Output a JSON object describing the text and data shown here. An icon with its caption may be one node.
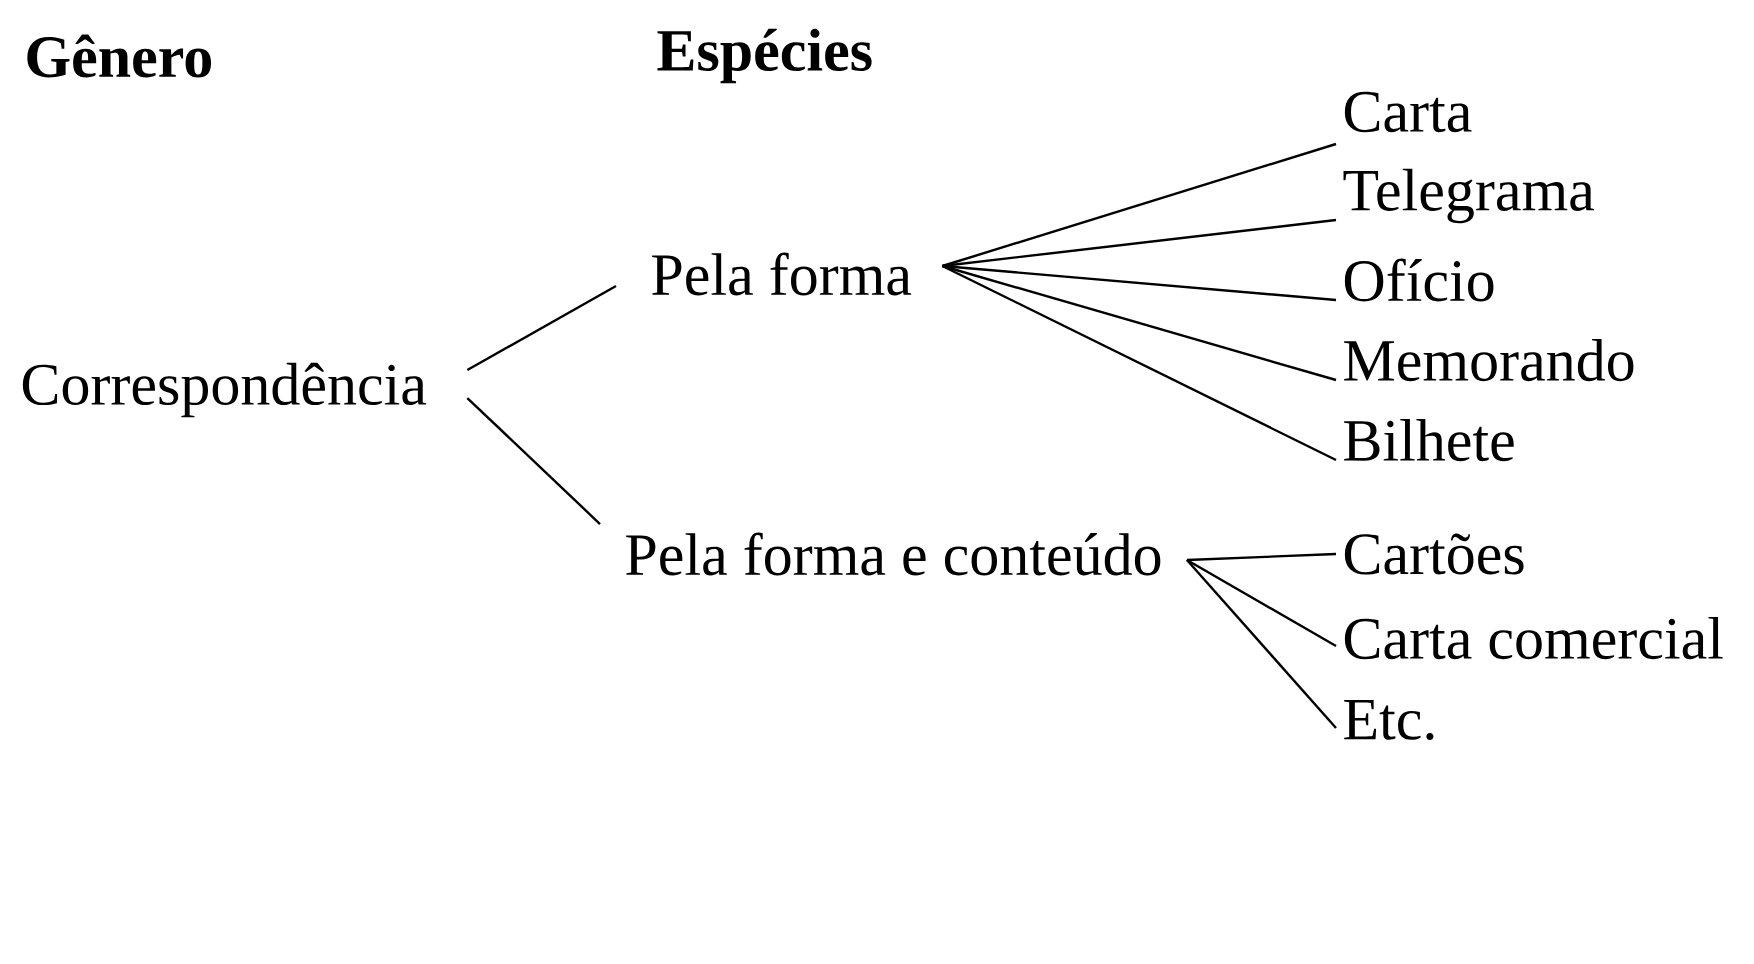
{
  "diagram": {
    "nodes": [
      {
        "text": [
          "Correspondência"
        ]
      },
      {
        "text": [
          "Pela forma"
        ]
      },
      {
        "text": [
          "Pela forma e conteúdo"
        ]
      },
      {
        "text": [
          "Carta"
        ]
      },
      {
        "text": [
          "Telegrama"
        ]
      },
      {
        "text": [
          "Ofício"
        ]
      },
      {
        "text": [
          "Memorando"
        ]
      },
      {
        "text": [
          "Bilhete"
        ]
      },
      {
        "text": [
          "Cartões"
        ]
      },
      {
        "text": [
          "Carta comercial"
        ]
      },
      {
        "text": [
          "Etc."
        ]
      }
    ],
    "edges": [
      {
        "from": 0,
        "to": 1,
        "arrow": "none"
      },
      {
        "from": 0,
        "to": 2,
        "arrow": "none"
      },
      {
        "from": 1,
        "to": 3,
        "arrow": "none"
      },
      {
        "from": 1,
        "to": 4,
        "arrow": "none"
      },
      {
        "from": 1,
        "to": 5,
        "arrow": "none"
      },
      {
        "from": 1,
        "to": 6,
        "arrow": "none"
      },
      {
        "from": 1,
        "to": 7,
        "arrow": "none"
      },
      {
        "from": 2,
        "to": 8,
        "arrow": "none"
      },
      {
        "from": 2,
        "to": 9,
        "arrow": "none"
      },
      {
        "from": 2,
        "to": 10,
        "arrow": "none"
      }
    ],
    "labels": [
      "Gênero",
      "Espécies"
    ]
  }
}
